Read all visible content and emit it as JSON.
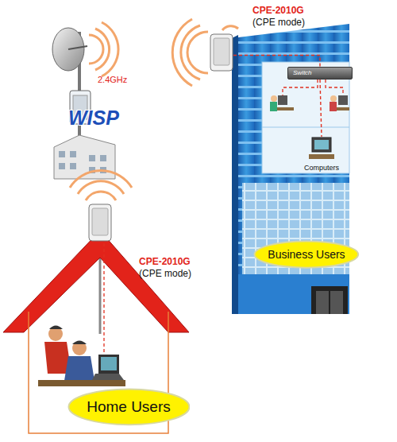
{
  "diagram": {
    "nodes": [
      {
        "text": [
          "CPE-2010G",
          "(CPE mode)"
        ]
      },
      {
        "text": [
          "Switch"
        ]
      },
      {
        "text": [
          "Computers"
        ]
      },
      {
        "text": [
          "Business Users"
        ]
      },
      {
        "text": [
          "CPE-2010G",
          "(CPE mode)"
        ]
      },
      {
        "text": [
          "Home Users"
        ]
      }
    ],
    "edges": [
      {
        "from": 0,
        "to": 1,
        "arrow": "none"
      },
      {
        "from": 1,
        "to": 2,
        "arrow": "none"
      }
    ],
    "labels": [
      "2.4GHz",
      "WISP"
    ]
  }
}
